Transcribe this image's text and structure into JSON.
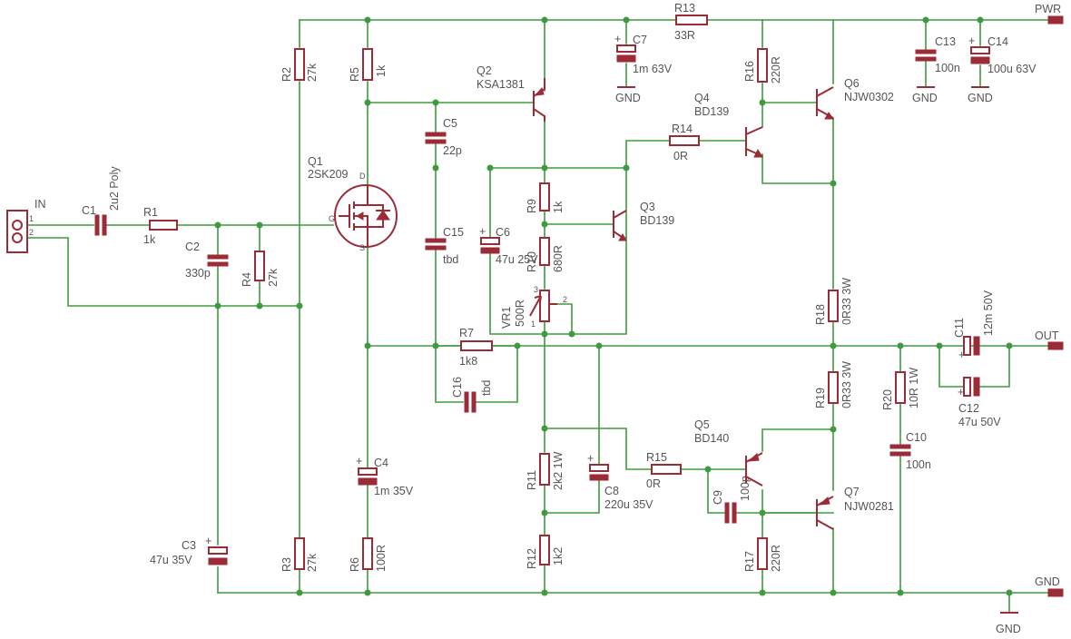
{
  "components": {
    "j_in": {
      "name": "IN",
      "pin1": "1",
      "pin2": "2"
    },
    "c1": {
      "name": "C1",
      "value": "2u2 Poly"
    },
    "r1": {
      "name": "R1",
      "value": "1k"
    },
    "c2": {
      "name": "C2",
      "value": "330p"
    },
    "r4": {
      "name": "R4",
      "value": "27k"
    },
    "r2": {
      "name": "R2",
      "value": "27k"
    },
    "r3": {
      "name": "R3",
      "value": "27k"
    },
    "c3": {
      "name": "C3",
      "value": "47u 35V"
    },
    "q1": {
      "name": "Q1",
      "value": "2SK209",
      "pin_d": "D",
      "pin_g": "G",
      "pin_s": "S"
    },
    "r5": {
      "name": "R5",
      "value": "1k"
    },
    "c4": {
      "name": "C4",
      "value": "1m 35V"
    },
    "r6": {
      "name": "R6",
      "value": "100R"
    },
    "c5": {
      "name": "C5",
      "value": "22p"
    },
    "c15": {
      "name": "C15",
      "value": "tbd"
    },
    "c16": {
      "name": "C16",
      "value": "tbd"
    },
    "r7": {
      "name": "R7",
      "value": "1k8"
    },
    "q2": {
      "name": "Q2",
      "value": "KSA1381"
    },
    "c6": {
      "name": "C6",
      "value": "47u 25V"
    },
    "r9": {
      "name": "R9",
      "value": "1k"
    },
    "r10": {
      "name": "R10",
      "value": "680R"
    },
    "vr1": {
      "name": "VR1",
      "value": "500R",
      "pin1": "1",
      "pin2": "2",
      "pin3": "3"
    },
    "q3": {
      "name": "Q3",
      "value": "BD139"
    },
    "c7": {
      "name": "C7",
      "value": "1m 63V"
    },
    "r11": {
      "name": "R11",
      "value": "2k2 1W"
    },
    "r12": {
      "name": "R12",
      "value": "1k2"
    },
    "c8": {
      "name": "C8",
      "value": "220u 35V"
    },
    "r13": {
      "name": "R13",
      "value": "33R"
    },
    "r14": {
      "name": "R14",
      "value": "0R"
    },
    "r15": {
      "name": "R15",
      "value": "0R"
    },
    "q4": {
      "name": "Q4",
      "value": "BD139"
    },
    "q5": {
      "name": "Q5",
      "value": "BD140"
    },
    "c9": {
      "name": "C9",
      "value": "100p"
    },
    "r16": {
      "name": "R16",
      "value": "220R"
    },
    "r17": {
      "name": "R17",
      "value": "220R"
    },
    "q6": {
      "name": "Q6",
      "value": "NJW0302"
    },
    "q7": {
      "name": "Q7",
      "value": "NJW0281"
    },
    "r18": {
      "name": "R18",
      "value": "0R33 3W"
    },
    "r19": {
      "name": "R19",
      "value": "0R33 3W"
    },
    "r20": {
      "name": "R20",
      "value": "10R 1W"
    },
    "c10": {
      "name": "C10",
      "value": "100n"
    },
    "c11": {
      "name": "C11",
      "value": "12m 50V"
    },
    "c12": {
      "name": "C12",
      "value": "47u 50V"
    },
    "c13": {
      "name": "C13",
      "value": "100n"
    },
    "c14": {
      "name": "C14",
      "value": "100u 63V"
    }
  },
  "nets": {
    "pwr": "PWR",
    "out": "OUT",
    "gnd": "GND"
  },
  "colors": {
    "wire": "#3f9a3f",
    "component": "#9b2b36",
    "label": "#555555"
  }
}
